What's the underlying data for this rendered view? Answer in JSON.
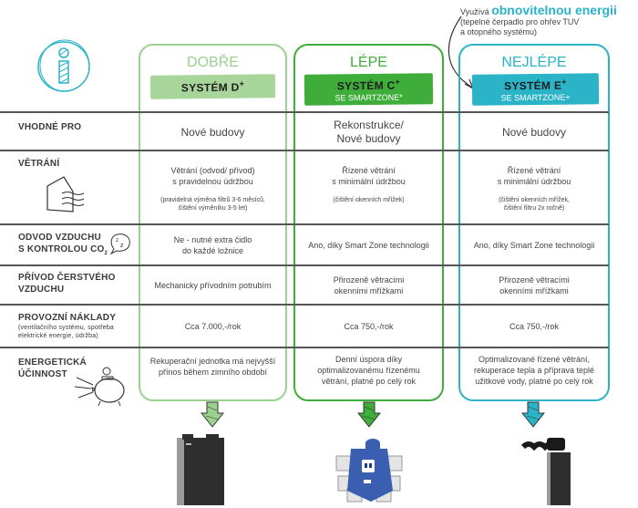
{
  "callout": {
    "lead": "Využívá",
    "highlight": "obnovitelnou energii",
    "line2": "(tepelné čerpadlo pro ohřev TUV",
    "line3": "a otopného systému)"
  },
  "columns": [
    {
      "key": "d",
      "title": "DOBŘE",
      "system": "SYSTÉM D",
      "sup": "+",
      "subtitle": "",
      "color": "#9bd18f"
    },
    {
      "key": "c",
      "title": "LÉPE",
      "system": "SYSTÉM C",
      "sup": "+",
      "subtitle": "SE SMARTZONE*",
      "color": "#3fad3a"
    },
    {
      "key": "e",
      "title": "NEJLÉPE",
      "system": "SYSTÉM E",
      "sup": "+",
      "subtitle": "SE SMARTZONE+",
      "color": "#2bb3c8"
    }
  ],
  "rows": {
    "vhodne": {
      "label": "VHODNÉ PRO",
      "d": "Nové budovy",
      "c1": "Rekonstrukce/",
      "c2": "Nové budovy",
      "e": "Nové budovy"
    },
    "vetrani": {
      "label": "VĚTRÁNÍ",
      "d1": "Větrání (odvod/ přívod)",
      "d2": "s pravidelnou údržbou",
      "d_note1": "(pravidelná výměna filtrů 3-6 měsíců,",
      "d_note2": "čištění výměníku 3-5 let)",
      "c1": "Řízené větrání",
      "c2": "s minimální údržbou",
      "c_note1": "(čištění okenních mřížek)",
      "e1": "Řízené větrání",
      "e2": "s minimální údržbou",
      "e_note1": "(čištění okenních mřížek,",
      "e_note2": "čištění filtru 2x ročně)"
    },
    "odvod": {
      "label1": "ODVOD VZDUCHU",
      "label2": "S KONTROLOU CO",
      "label_sub": "2",
      "d1": "Ne - nutné extra čidlo",
      "d2": "do každé ložnice",
      "c": "Ano, díky Smart Zone technologii",
      "e": "Ano, díky Smart Zone technologii"
    },
    "privod": {
      "label1": "PŘÍVOD ČERSTVÉHO",
      "label2": "VZDUCHU",
      "d": "Mechanicky přívodním potrubím",
      "c1": "Přirozeně větracími",
      "c2": "okenními mřížkami",
      "e1": "Přirozeně větracími",
      "e2": "okenními mřížkami"
    },
    "naklady": {
      "label": "PROVOZNÍ NÁKLADY",
      "label_small1": "(ventilačního systému, spotřeba",
      "label_small2": "elektrické energie, údržba)",
      "d": "Cca 7.000,-/rok",
      "c": "Cca 750,-/rok",
      "e": "Cca 750,-/rok"
    },
    "ucinnost": {
      "label1": "ENERGETICKÁ",
      "label2": "ÚČINNOST",
      "d1": "Rekuperační jednotka má nejvyšší",
      "d2": "přínos během zimního období",
      "c1": "Denní úspora díky",
      "c2": "optimalizovanému řízenému",
      "c3": "větrání, platné po celý rok",
      "e1": "Optimalizované řízené větrání,",
      "e2": "rekuperace tepla a příprava teplé",
      "e3": "užitkové vody, platné po celý rok"
    }
  },
  "icons": {
    "info": "info-icon",
    "house": "house-ventilation-icon",
    "sleep": "sleep-bubble-icon",
    "piggy": "piggy-bank-icon"
  }
}
